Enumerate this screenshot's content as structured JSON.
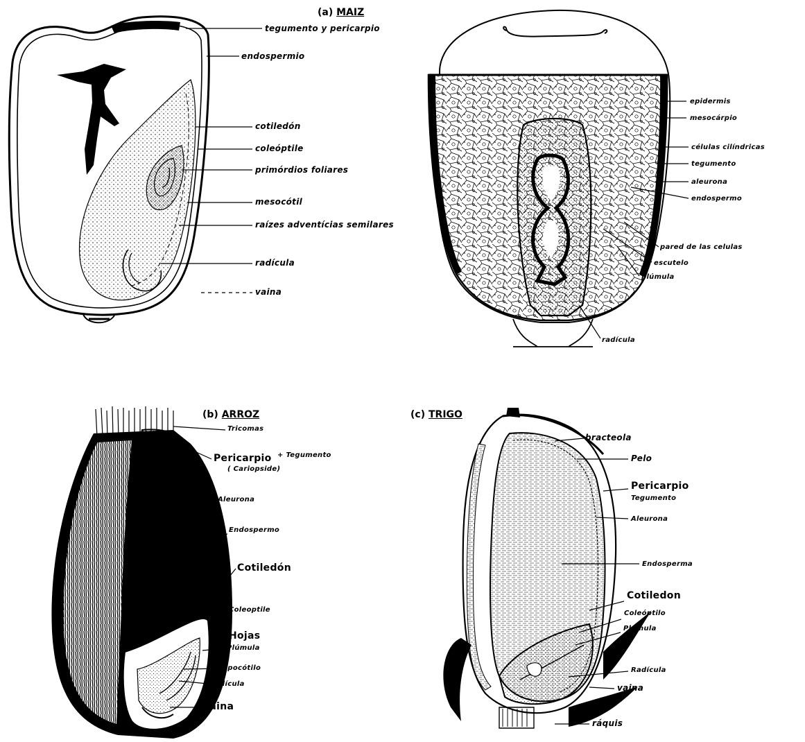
{
  "maiz": {
    "title_letter": "(a)",
    "title": "MAIZ",
    "labels": {
      "tegumento": "tegumento y pericarpio",
      "endospermio": "endospermio",
      "cotiledon": "cotiledón",
      "coleoptile": "coleóptile",
      "primordios": "primórdios foliares",
      "mesocotil": "mesocótil",
      "raizes": "raízes adventícias semilares",
      "radicula": "radícula",
      "vaina": "vaina"
    },
    "section_labels": {
      "epidermis": "epidermis",
      "mesocarpio": "mesocárpio",
      "celulas": "células cilíndricas",
      "tegumento": "tegumento",
      "aleurona": "aleurona",
      "endospermo": "endospermo",
      "pared": "pared de las celulas",
      "escutelo": "escutelo",
      "plumula": "plúmula",
      "radicula": "radícula"
    }
  },
  "arroz": {
    "title_letter": "(b)",
    "title": "ARROZ",
    "labels": {
      "tricomas": "Tricomas",
      "pericarpio": "Pericarpio",
      "tegumento": "+ Tegumento",
      "cariopside": "( Cariopside)",
      "aleurona": "Aleurona",
      "endospermo": "Endospermo",
      "cotiledon": "Cotiledón",
      "coleoptile": "Coleoptile",
      "hojas": "Hojas",
      "plumula": "Plúmula",
      "hipocotilo": "Hipocótilo",
      "radicula": "Radícula",
      "vaina": "Vaina"
    }
  },
  "trigo": {
    "title_letter": "(c)",
    "title": "TRIGO",
    "labels": {
      "bracteola": "bracteola",
      "pelo": "Pelo",
      "pericarpio": "Pericarpio",
      "tegumento": "Tegumento",
      "aleurona": "Aleurona",
      "endospermo": "Endosperma",
      "cotiledon": "Cotiledon",
      "coleoptile": "Coleóptilo",
      "plumula": "Plúmula",
      "radicula": "Radícula",
      "vaina": "vaina",
      "raquis": "ráquis"
    }
  }
}
